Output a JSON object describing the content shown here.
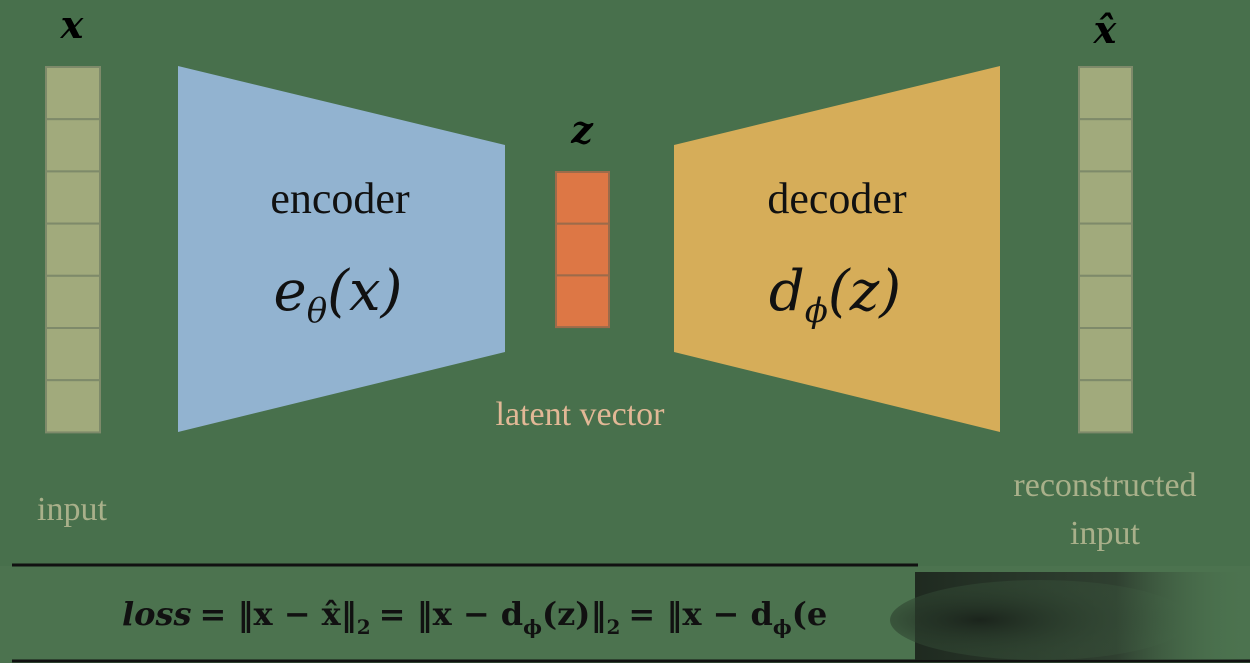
{
  "diagram": {
    "input_symbol": "x",
    "output_symbol": "x̂",
    "latent_symbol": "z",
    "input_label": "input",
    "output_label_line1": "reconstructed",
    "output_label_line2": "input",
    "latent_label": "latent vector",
    "encoder": {
      "title": "encoder",
      "fn": "e",
      "sub": "θ",
      "arg": "(x)"
    },
    "decoder": {
      "title": "decoder",
      "fn": "d",
      "sub": "ϕ",
      "arg": "(z)"
    },
    "input_cells": 7,
    "latent_cells": 3,
    "output_cells": 7,
    "colors": {
      "background": "#48704c",
      "vector": "#a1aa7c",
      "vector_border": "#7e8a6a",
      "encoder": "#92b3d0",
      "latent": "#dd7745",
      "decoder": "#d6ad59",
      "input_label": "#a9b08a",
      "latent_label": "#e2b896",
      "loss_band": "#4c734f"
    }
  },
  "loss": {
    "lhs": "loss",
    "term1": "= ‖x − x̂‖",
    "term2": "= ‖x − d",
    "term2b": "(z)‖",
    "term3": "= ‖x − d",
    "term3b": "(e",
    "sub2": "2",
    "phi": "ϕ"
  }
}
